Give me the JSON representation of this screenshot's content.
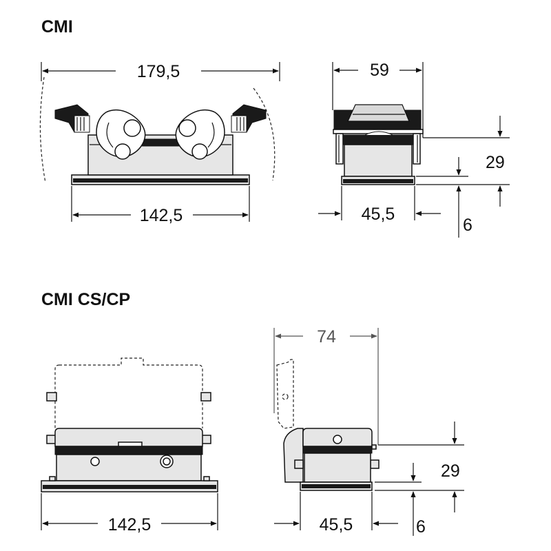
{
  "sections": [
    {
      "title": "CMI"
    },
    {
      "title": "CMI CS/CP"
    }
  ],
  "dims": {
    "cmi_front_total": "179,5",
    "cmi_front_base": "142,5",
    "cmi_side_top": "59",
    "cmi_side_base": "45,5",
    "cmi_side_height": "29",
    "cmi_side_plate": "6",
    "cs_front_base": "142,5",
    "cs_side_top": "74",
    "cs_side_base": "45,5",
    "cs_side_height": "29",
    "cs_side_plate": "6"
  }
}
